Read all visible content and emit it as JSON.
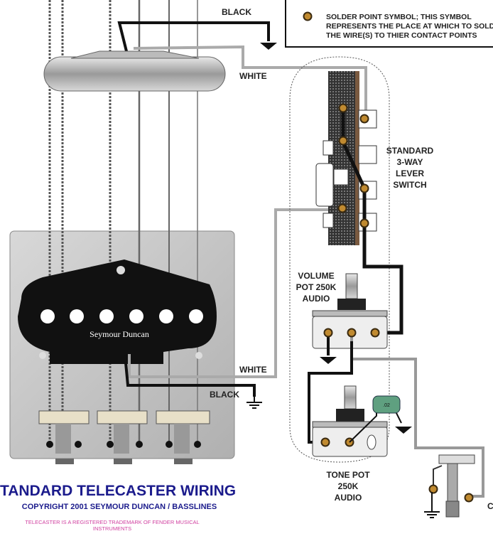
{
  "legend": {
    "icon": "solder-point-icon",
    "lines": [
      "SOLDER POINT SYMBOL; THIS SYMBOL",
      "REPRESENTS THE PLACE AT WHICH TO SOLD",
      "THE WIRE(S) TO THIER CONTACT POINTS"
    ]
  },
  "neck_pickup": {
    "black_label": "BLACK",
    "white_label": "WHITE"
  },
  "bridge_pickup": {
    "brand": "Seymour Duncan",
    "white_label": "WHITE",
    "black_label": "BLACK"
  },
  "switch": {
    "label_lines": [
      "STANDARD",
      "3-WAY",
      "LEVER",
      "SWITCH"
    ]
  },
  "volume_pot": {
    "label_lines": [
      "VOLUME",
      "POT 250K",
      "AUDIO"
    ]
  },
  "tone_pot": {
    "label_lines": [
      "TONE POT",
      "250K",
      "AUDIO"
    ],
    "capacitor_value": ".02"
  },
  "jack": {
    "label": "C"
  },
  "footer": {
    "title": "TANDARD TELECASTER WIRING",
    "copyright": "COPYRIGHT 2001 SEYMOUR DUNCAN / BASSLINES",
    "trademark_lines": [
      "TELECASTER IS A REGISTERED TRADEMARK OF FENDER MUSICAL",
      "INSTRUMENTS"
    ]
  },
  "colors": {
    "wire_black": "#111111",
    "wire_white": "#b0b0b0",
    "solder": "#c08a30",
    "title": "#1b1b8c",
    "trademark": "#d040a0"
  }
}
